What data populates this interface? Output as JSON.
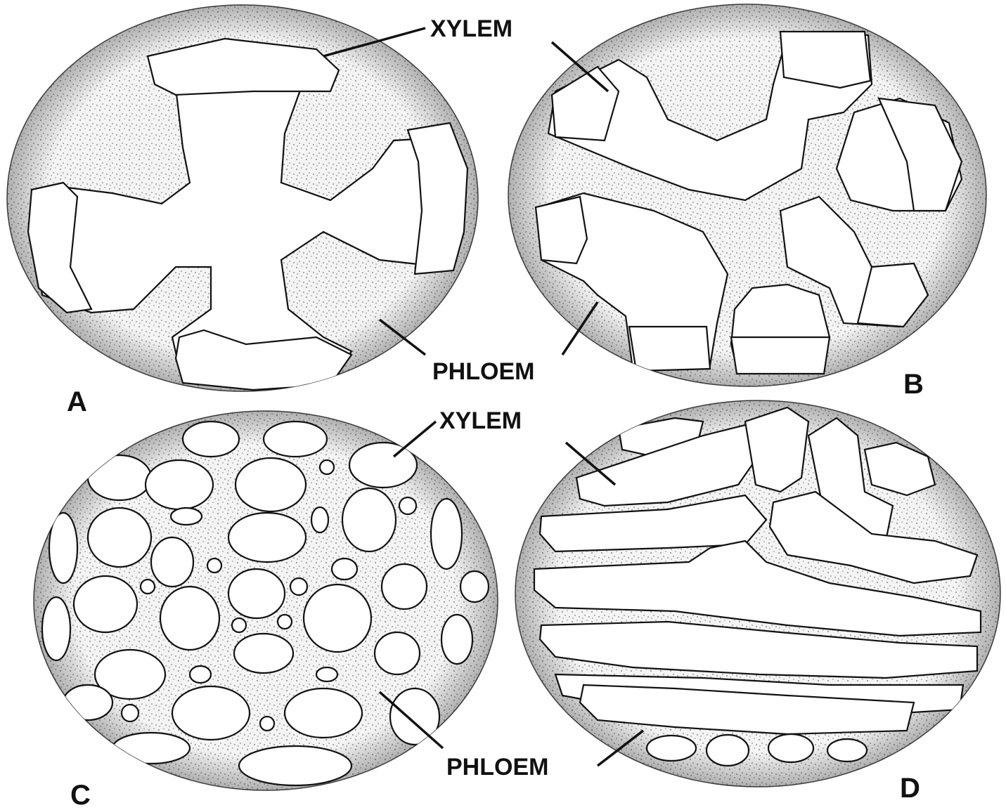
{
  "figure": {
    "panels": [
      {
        "id": "A",
        "letter": "A"
      },
      {
        "id": "B",
        "letter": "B"
      },
      {
        "id": "C",
        "letter": "C"
      },
      {
        "id": "D",
        "letter": "D"
      }
    ],
    "labels": {
      "xylem_top": "XYLEM",
      "phloem_top": "PHLOEM",
      "xylem_bottom": "XYLEM",
      "phloem_bottom": "PHLOEM"
    }
  }
}
